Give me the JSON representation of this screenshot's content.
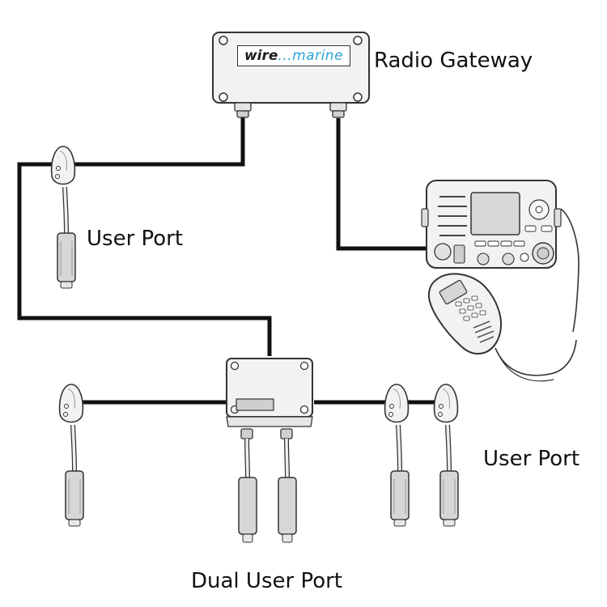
{
  "labels": {
    "radio_gateway": "Radio Gateway",
    "user_port_left": "User Port",
    "user_port_right": "User Port",
    "dual_user_port": "Dual User Port"
  },
  "logo": {
    "brand_part1": "wire",
    "brand_part2": "...marine"
  },
  "colors": {
    "cable": "#111111",
    "device_fill": "#f2f2f2",
    "outline": "#333333",
    "logo_accent": "#2aa5d8"
  },
  "icons": [
    "radio-gateway-box",
    "user-port-connector",
    "dual-user-port-box",
    "vhf-radio",
    "handset"
  ]
}
